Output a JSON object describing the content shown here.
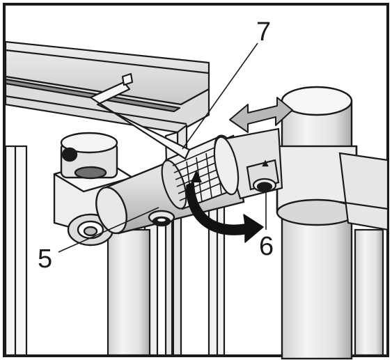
{
  "figure": {
    "callouts": [
      {
        "id": "7",
        "label": "7"
      },
      {
        "id": "5",
        "label": "5"
      },
      {
        "id": "6",
        "label": "6"
      }
    ],
    "colors": {
      "line": "#1a1a1a",
      "metal_light": "#e9e9e9",
      "metal_mid": "#cfcfcf",
      "metal_dark": "#9a9a9a",
      "arrow_gray": "#b8b8b8",
      "rotate_arrow": "#111111"
    }
  }
}
